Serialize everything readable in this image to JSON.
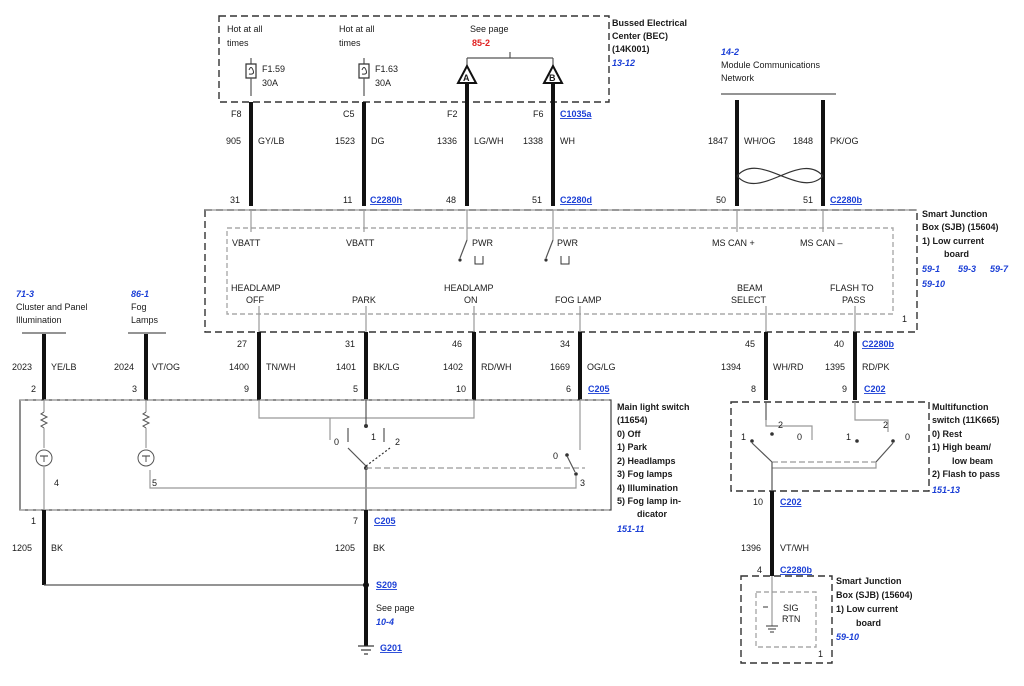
{
  "bec": {
    "title": "Bussed Electrical",
    "title2": "Center (BEC)",
    "code": "(14K001)",
    "page": "13-12",
    "hot1a": "Hot at all",
    "hot1b": "times",
    "hot2a": "Hot at all",
    "hot2b": "times",
    "fuse1": "F1.59",
    "fuse1amp": "30A",
    "fuse2": "F1.63",
    "fuse2amp": "30A",
    "see": "See page",
    "see_page": "85-2",
    "conn": "C1035a"
  },
  "mcn": {
    "page": "14-2",
    "line1": "Module Communications",
    "line2": "Network"
  },
  "top_wires": [
    {
      "pin": "F8",
      "circuit": "905",
      "color": "GY/LB",
      "sjb_pin": "31"
    },
    {
      "pin": "C5",
      "circuit": "1523",
      "color": "DG",
      "sjb_pin": "11"
    },
    {
      "pin": "F2",
      "circuit": "1336",
      "color": "LG/WH",
      "sjb_pin": "48"
    },
    {
      "pin": "F6",
      "circuit": "1338",
      "color": "WH",
      "sjb_pin": "51"
    },
    {
      "circuit": "1847",
      "color": "WH/OG",
      "sjb_pin": "50"
    },
    {
      "circuit": "1848",
      "color": "PK/OG",
      "sjb_pin": "51"
    }
  ],
  "sjb": {
    "title": "Smart Junction",
    "title2": "Box (SJB) (15604)",
    "item1": "1)   Low current",
    "item1b": "board",
    "pages": [
      "59-1",
      "59-3",
      "59-7",
      "59-10"
    ],
    "conn_h": "C2280h",
    "conn_d": "C2280d",
    "conn_b": "C2280b",
    "conn_b2": "C2280b",
    "board_num": "1",
    "vbatt1": "VBATT",
    "vbatt2": "VBATT",
    "pwr1": "PWR",
    "pwr2": "PWR",
    "mscan_p": "MS CAN +",
    "mscan_m": "MS CAN –",
    "hl_off1": "HEADLAMP",
    "hl_off2": "OFF",
    "park": "PARK",
    "hl_on1": "HEADLAMP",
    "hl_on2": "ON",
    "fog": "FOG LAMP",
    "beam1": "BEAM",
    "beam2": "SELECT",
    "flash1": "FLASH TO",
    "flash2": "PASS"
  },
  "left_refs": [
    {
      "page": "71-3",
      "line1": "Cluster and Panel",
      "line2": "Illumination"
    },
    {
      "page": "86-1",
      "line1": "Fog",
      "line2": "Lamps"
    }
  ],
  "mid_wires": [
    {
      "sjb_pin": "27",
      "circuit": "1400",
      "color": "TN/WH",
      "sw_pin": "9"
    },
    {
      "sjb_pin": "31",
      "circuit": "1401",
      "color": "BK/LG",
      "sw_pin": "5"
    },
    {
      "sjb_pin": "46",
      "circuit": "1402",
      "color": "RD/WH",
      "sw_pin": "10"
    },
    {
      "sjb_pin": "34",
      "circuit": "1669",
      "color": "OG/LG",
      "sw_pin": "6"
    },
    {
      "sjb_pin": "45",
      "circuit": "1394",
      "color": "WH/RD",
      "sw_pin": "8"
    },
    {
      "sjb_pin": "40",
      "circuit": "1395",
      "color": "RD/PK",
      "sw_pin": "9"
    }
  ],
  "left_wires": [
    {
      "circuit": "2023",
      "color": "YE/LB",
      "sw_pin": "2",
      "inner": "4"
    },
    {
      "circuit": "2024",
      "color": "VT/OG",
      "sw_pin": "3",
      "inner": "5"
    }
  ],
  "main_switch": {
    "conn": "C205",
    "conn2": "C205",
    "title": "Main light switch",
    "code": "(11654)",
    "items": [
      "0)   Off",
      "1)   Park",
      "2)   Headlamps",
      "3)   Fog lamps",
      "4)   Illumination",
      "5)   Fog lamp in-",
      "dicator"
    ],
    "page": "151-11",
    "pos0": "0",
    "pos1": "1",
    "pos2": "2",
    "fog0": "0",
    "fog3": "3"
  },
  "bottom": {
    "pin1": "1",
    "pin7": "7",
    "c1": "1205",
    "col1": "BK",
    "c2": "1205",
    "col2": "BK",
    "splice": "S209",
    "see": "See page",
    "see_page": "10-4",
    "ground": "G201"
  },
  "mf_switch": {
    "conn": "C202",
    "title": "Multifunction",
    "title2": "switch (11K665)",
    "items": [
      "0)   Rest",
      "1)   High beam/",
      "low beam",
      "2)   Flash to pass"
    ],
    "page": "151-13",
    "a1": "1",
    "a2": "2",
    "a0": "0",
    "b1": "1",
    "b2": "2",
    "b0": "0",
    "out_pin": "10",
    "out_conn": "C202",
    "out_circuit": "1396",
    "out_color": "VT/WH",
    "sjb_pin": "4",
    "sjb_conn": "C2280b"
  },
  "sjb2": {
    "title": "Smart Junction",
    "title2": "Box (SJB) (15604)",
    "item1": "1)   Low current",
    "item1b": "board",
    "page": "59-10",
    "sig1": "SIG",
    "sig2": "RTN",
    "num": "1"
  }
}
